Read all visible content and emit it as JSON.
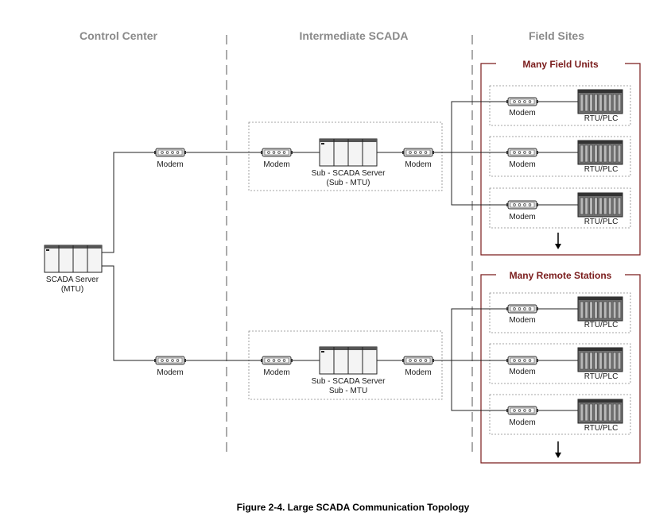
{
  "headers": {
    "control_center": "Control Center",
    "intermediate": "Intermediate SCADA",
    "field_sites": "Field Sites"
  },
  "groups": {
    "field_units": "Many Field Units",
    "remote_stations": "Many Remote Stations"
  },
  "labels": {
    "modem": "Modem",
    "rtu": "RTU/PLC",
    "scada_server_l1": "SCADA Server",
    "scada_server_l2": "(MTU)",
    "sub_server_l1": "Sub - SCADA Server",
    "sub_server_top_l2": "(Sub - MTU)",
    "sub_server_bottom_l2": "Sub - MTU"
  },
  "caption": "Figure 2-4. Large SCADA Communication Topology",
  "colors": {
    "header_gray": "#8a8a8a",
    "group_red": "#7a1c1c"
  }
}
